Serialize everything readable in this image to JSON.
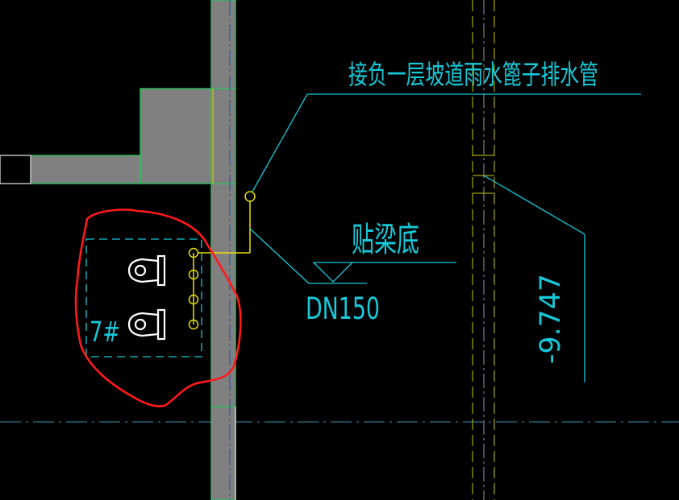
{
  "drawing": {
    "annotations": {
      "drain_note": "接负一层坡道雨水篦子排水管",
      "beam_note": "贴梁底",
      "pipe_size": "DN150",
      "elevation": "-9.747",
      "pit_label": "7#"
    },
    "colors": {
      "background": "#000000",
      "wall_fill": "#808080",
      "wall_outline": "#22c95b",
      "wall_inner": "#d4d400",
      "leader": "#18c8d8",
      "pipe": "#e8e000",
      "highlight_circle": "#ff1a1a",
      "fixture": "#ffffff",
      "center_line": "#2a6f8a"
    }
  }
}
